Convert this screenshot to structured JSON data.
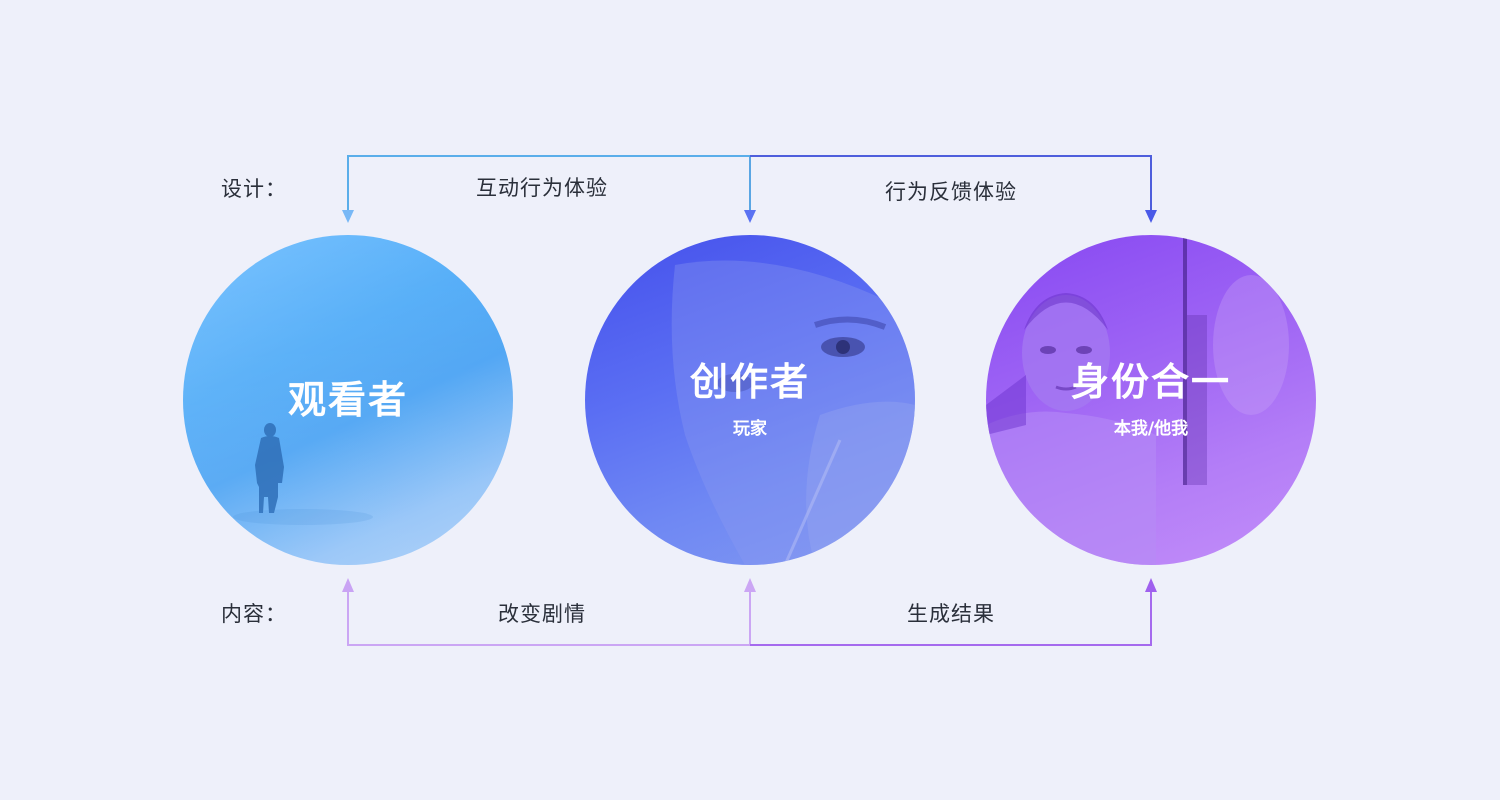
{
  "diagram": {
    "background": "#EEF0FA",
    "rows": {
      "design": {
        "label": "设计："
      },
      "content": {
        "label": "内容："
      }
    },
    "nodes": [
      {
        "id": "viewer",
        "title": "观看者",
        "subtitle": "",
        "image": "foggy-figure-silhouette",
        "color": "#55AEF8"
      },
      {
        "id": "creator",
        "title": "创作者",
        "subtitle": "玩家",
        "image": "close-up-face",
        "color": "#5A6EF3"
      },
      {
        "id": "identity",
        "title": "身份合一",
        "subtitle": "本我/他我",
        "image": "man-mirror-reflection",
        "color": "#9E64F4"
      }
    ],
    "edges_top": [
      {
        "from": "viewer",
        "to": "creator",
        "label": "互动行为体验",
        "color": "#5AAAE8"
      },
      {
        "from": "creator",
        "to": "identity",
        "label": "行为反馈体验",
        "color": "#4C5FE0"
      }
    ],
    "edges_bottom": [
      {
        "from": "viewer",
        "to": "creator",
        "label": "改变剧情",
        "color": "#C9A3F2"
      },
      {
        "from": "creator",
        "to": "identity",
        "label": "生成结果",
        "color": "#A064EE"
      }
    ]
  }
}
